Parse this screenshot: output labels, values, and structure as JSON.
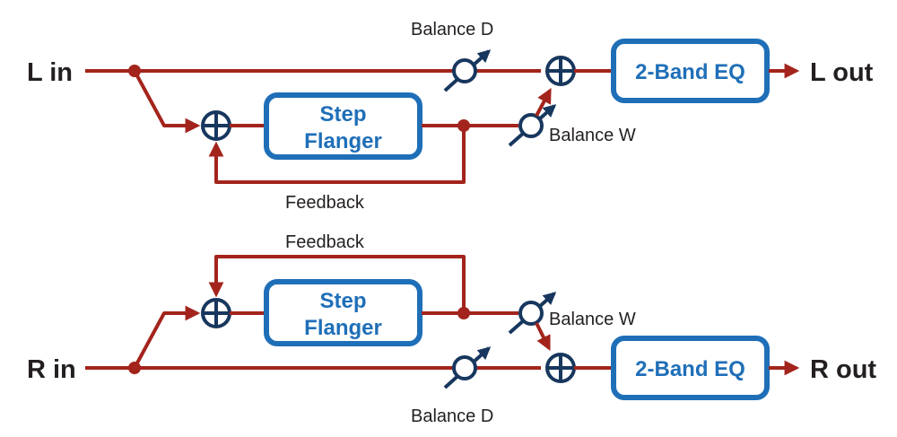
{
  "colors": {
    "signal": "#a3241c",
    "block": "#1f6fb8",
    "dark_navy": "#17375e",
    "text": "#231f20"
  },
  "upper": {
    "input_label": "L in",
    "output_label": "L out",
    "fx_block": {
      "line1": "Step",
      "line2": "Flanger"
    },
    "eq_block": "2-Band EQ",
    "balance_dry": "Balance D",
    "balance_wet": "Balance W",
    "feedback": "Feedback"
  },
  "lower": {
    "input_label": "R in",
    "output_label": "R out",
    "fx_block": {
      "line1": "Step",
      "line2": "Flanger"
    },
    "eq_block": "2-Band EQ",
    "balance_dry": "Balance D",
    "balance_wet": "Balance W",
    "feedback": "Feedback"
  },
  "icons": {
    "sum": "summing-junction-icon",
    "level": "level-control-icon",
    "arrow": "arrow-head-icon"
  }
}
